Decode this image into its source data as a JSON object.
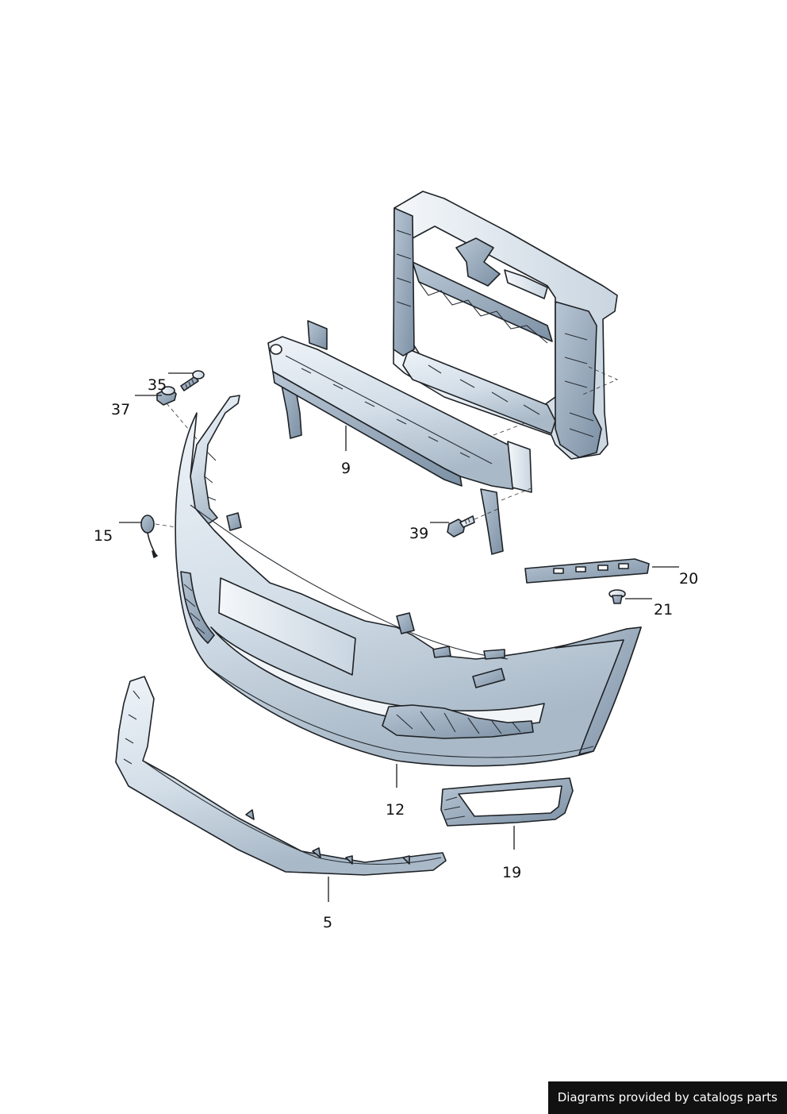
{
  "diagram": {
    "callouts": [
      {
        "id": "5",
        "label": "5"
      },
      {
        "id": "9",
        "label": "9"
      },
      {
        "id": "12",
        "label": "12"
      },
      {
        "id": "15",
        "label": "15"
      },
      {
        "id": "19",
        "label": "19"
      },
      {
        "id": "20",
        "label": "20"
      },
      {
        "id": "21",
        "label": "21"
      },
      {
        "id": "35",
        "label": "35"
      },
      {
        "id": "37",
        "label": "37"
      },
      {
        "id": "39",
        "label": "39"
      }
    ],
    "colors": {
      "part_fill_light": "#e4ecf3",
      "part_fill_mid": "#c7d4e0",
      "part_fill_dark": "#8fa2b5",
      "outline": "#1e2226"
    }
  },
  "footer": {
    "credit": "Diagrams provided by catalogs parts"
  }
}
